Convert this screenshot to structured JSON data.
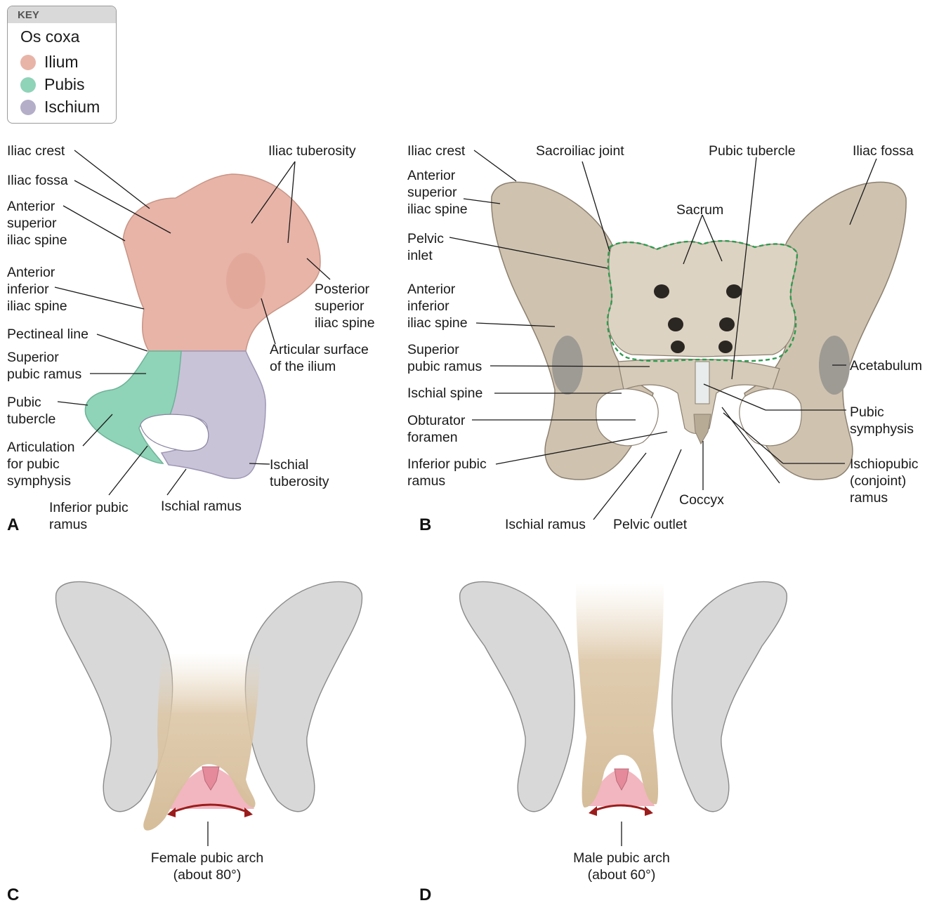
{
  "key": {
    "header": "KEY",
    "title": "Os coxa",
    "items": [
      {
        "label": "Ilium",
        "color": "#e8b4a8"
      },
      {
        "label": "Pubis",
        "color": "#8fd3b8"
      },
      {
        "label": "Ischium",
        "color": "#b4aec8"
      }
    ]
  },
  "panels": {
    "a": {
      "letter": "A",
      "labels": {
        "iliac_crest": "Iliac crest",
        "iliac_fossa": "Iliac fossa",
        "asis": [
          "Anterior",
          "superior",
          "iliac spine"
        ],
        "aiis": [
          "Anterior",
          "inferior",
          "iliac spine"
        ],
        "pectineal_line": "Pectineal line",
        "superior_pubic_ramus": [
          "Superior",
          "pubic ramus"
        ],
        "pubic_tubercle": [
          "Pubic",
          "tubercle"
        ],
        "articulation": [
          "Articulation",
          "for pubic",
          "symphysis"
        ],
        "inferior_pubic_ramus": [
          "Inferior pubic",
          "ramus"
        ],
        "ischial_ramus": "Ischial ramus",
        "ischial_tuberosity": [
          "Ischial",
          "tuberosity"
        ],
        "articular_surface": [
          "Articular surface",
          "of the ilium"
        ],
        "psis": [
          "Posterior",
          "superior",
          "iliac spine"
        ],
        "iliac_tuberosity": "Iliac tuberosity"
      }
    },
    "b": {
      "letter": "B",
      "labels": {
        "iliac_crest": "Iliac crest",
        "asis": [
          "Anterior",
          "superior",
          "iliac spine"
        ],
        "pelvic_inlet": [
          "Pelvic",
          "inlet"
        ],
        "aiis": [
          "Anterior",
          "inferior",
          "iliac spine"
        ],
        "superior_pubic_ramus": [
          "Superior",
          "pubic ramus"
        ],
        "ischial_spine": "Ischial spine",
        "obturator_foramen": [
          "Obturator",
          "foramen"
        ],
        "inferior_pubic_ramus": [
          "Inferior pubic",
          "ramus"
        ],
        "ischial_ramus": "Ischial ramus",
        "pelvic_outlet": "Pelvic outlet",
        "coccyx": "Coccyx",
        "sacroiliac_joint": "Sacroiliac joint",
        "sacrum": "Sacrum",
        "pubic_tubercle": "Pubic tubercle",
        "iliac_fossa": "Iliac fossa",
        "acetabulum": "Acetabulum",
        "pubic_symphysis": [
          "Pubic",
          "symphysis"
        ],
        "ischiopubic_ramus": [
          "Ischiopubic",
          "(conjoint)",
          "ramus"
        ]
      }
    },
    "c": {
      "letter": "C",
      "caption": [
        "Female pubic arch",
        "(about 80°)"
      ]
    },
    "d": {
      "letter": "D",
      "caption": [
        "Male pubic arch",
        "(about 60°)"
      ]
    }
  },
  "colors": {
    "ilium": "#e8b4a8",
    "pubis": "#8fd3b8",
    "ischium": "#b4aec8",
    "bone": "#cfc3b0",
    "bone_gray": "#d8d8d8",
    "arch_fill": "#f2b6c0",
    "arrow": "#9b1c1c",
    "inlet_outline": "#2e9b4f"
  }
}
